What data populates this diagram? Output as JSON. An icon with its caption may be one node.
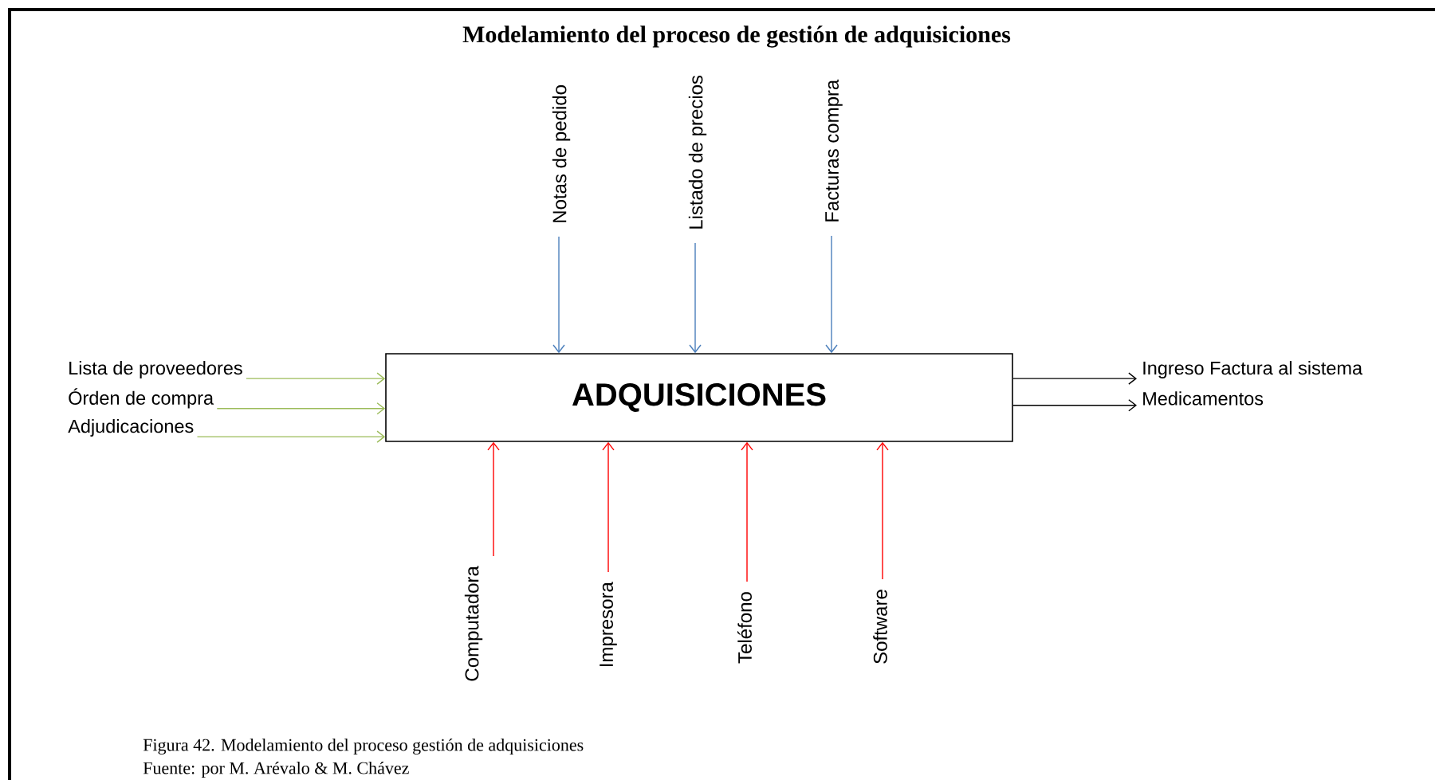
{
  "diagram": {
    "title": "Modelamiento del proceso de gestión de adquisiciones",
    "caption": "Figura 42. Modelamiento del proceso gestión de adquisiciones",
    "nodes": [
      {
        "text": [
          "Notas de pedido"
        ]
      },
      {
        "text": [
          "Listado de precios"
        ]
      },
      {
        "text": [
          "Facturas compra"
        ]
      },
      {
        "text": [
          "Lista de proveedores"
        ]
      },
      {
        "text": [
          "Órden de compra"
        ]
      },
      {
        "text": [
          "Adjudicaciones"
        ]
      },
      {
        "text": [
          "ADQUISICIONES"
        ]
      },
      {
        "text": [
          "Ingreso Factura al sistema"
        ]
      },
      {
        "text": [
          "Medicamentos"
        ]
      },
      {
        "text": [
          "Computadora"
        ]
      },
      {
        "text": [
          "Impresora"
        ]
      },
      {
        "text": [
          "Teléfono"
        ]
      },
      {
        "text": [
          "Software"
        ]
      }
    ],
    "edges": [
      {
        "from": 0,
        "to": 6,
        "arrow": "to",
        "color": "#4a7ebb"
      },
      {
        "from": 1,
        "to": 6,
        "arrow": "to",
        "color": "#4a7ebb"
      },
      {
        "from": 2,
        "to": 6,
        "arrow": "to",
        "color": "#4a7ebb"
      },
      {
        "from": 3,
        "to": 6,
        "arrow": "to",
        "color": "#9bbb59"
      },
      {
        "from": 4,
        "to": 6,
        "arrow": "to",
        "color": "#9bbb59"
      },
      {
        "from": 5,
        "to": 6,
        "arrow": "to",
        "color": "#9bbb59"
      },
      {
        "from": 6,
        "to": 7,
        "arrow": "to",
        "color": "#000000"
      },
      {
        "from": 6,
        "to": 8,
        "arrow": "to",
        "color": "#000000"
      },
      {
        "from": 9,
        "to": 6,
        "arrow": "to",
        "color": "#ff0000"
      },
      {
        "from": 10,
        "to": 6,
        "arrow": "to",
        "color": "#ff0000"
      },
      {
        "from": 11,
        "to": 6,
        "arrow": "to",
        "color": "#ff0000"
      },
      {
        "from": 12,
        "to": 6,
        "arrow": "to",
        "color": "#ff0000"
      }
    ],
    "labels": [
      "Fuente: por M. Arévalo & M. Chávez"
    ]
  }
}
